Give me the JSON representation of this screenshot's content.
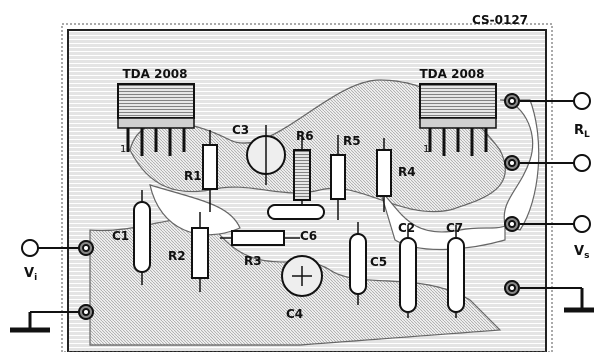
{
  "board_code": "CS-0127",
  "ics": {
    "left": "TDA 2008",
    "right": "TDA 2008",
    "pin1_marker": "1"
  },
  "components": {
    "r1": "R1",
    "r2": "R2",
    "r3": "R3",
    "r4": "R4",
    "r5": "R5",
    "r6": "R6",
    "c1": "C1",
    "c2": "C2",
    "c3": "C3",
    "c4": "C4",
    "c5": "C5",
    "c6": "C6",
    "c7": "C7"
  },
  "terminals": {
    "input": "V",
    "input_sub": "i",
    "load": "R",
    "load_sub": "L",
    "supply": "V",
    "supply_sub": "s"
  }
}
